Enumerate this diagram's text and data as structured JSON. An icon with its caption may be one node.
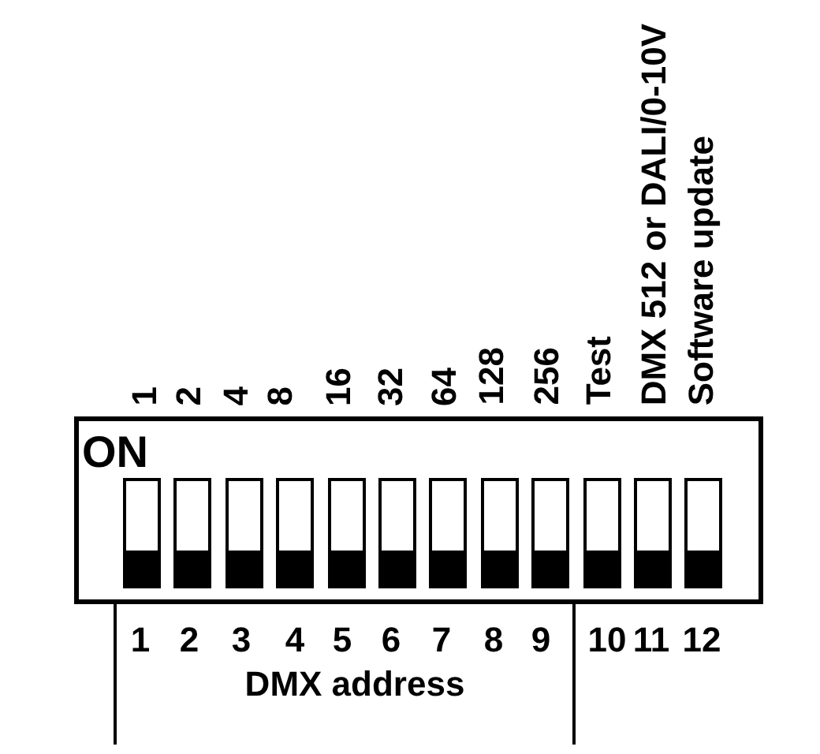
{
  "diagram": {
    "nodes": [
      {
        "text": [
          "ON"
        ]
      },
      {
        "text": [],
        "shape": "box",
        "in": 0,
        "beside": [
          "1",
          "1"
        ]
      },
      {
        "text": [],
        "shape": "box",
        "in": 0,
        "beside": [
          "2",
          "2"
        ]
      },
      {
        "text": [],
        "shape": "box",
        "in": 0,
        "beside": [
          "4",
          "3"
        ]
      },
      {
        "text": [],
        "shape": "box",
        "in": 0,
        "beside": [
          "8",
          "4"
        ]
      },
      {
        "text": [],
        "shape": "box",
        "in": 0,
        "beside": [
          "16",
          "5"
        ]
      },
      {
        "text": [],
        "shape": "box",
        "in": 0,
        "beside": [
          "32",
          "6"
        ]
      },
      {
        "text": [],
        "shape": "box",
        "in": 0,
        "beside": [
          "64",
          "7"
        ]
      },
      {
        "text": [],
        "shape": "box",
        "in": 0,
        "beside": [
          "128",
          "8"
        ]
      },
      {
        "text": [],
        "shape": "box",
        "in": 0,
        "beside": [
          "256",
          "9"
        ]
      },
      {
        "text": [],
        "shape": "box",
        "in": 0,
        "beside": [
          "Test",
          "10"
        ]
      },
      {
        "text": [],
        "shape": "box",
        "in": 0,
        "beside": [
          "DMX 512 or DALI/0-10V",
          "11"
        ]
      },
      {
        "text": [],
        "shape": "box",
        "in": 0,
        "beside": [
          "Software update",
          "12"
        ]
      }
    ],
    "labels": [
      "DMX address"
    ]
  }
}
